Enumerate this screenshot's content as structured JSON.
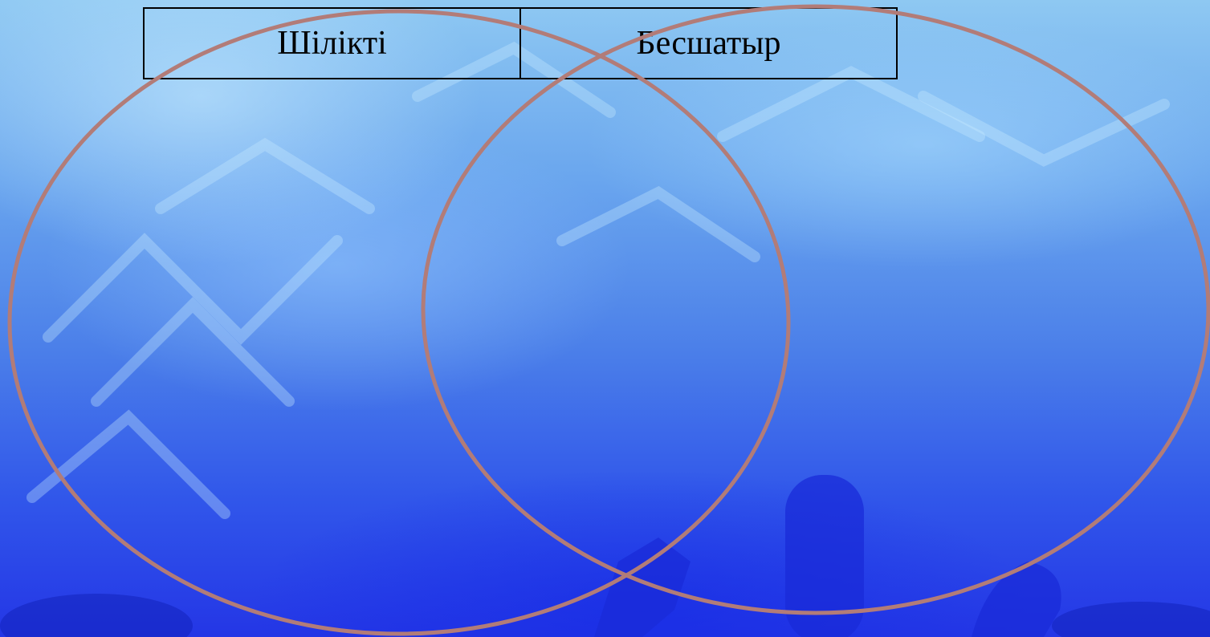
{
  "table": {
    "cells": [
      "Шілікті",
      "Бесшатыр"
    ]
  },
  "colors": {
    "circle_stroke": "#b27c78",
    "table_border": "#000000",
    "background_top": "#8ec8f2",
    "background_bottom": "#2436e6"
  },
  "diagram": {
    "type": "venn",
    "circles": 2
  }
}
